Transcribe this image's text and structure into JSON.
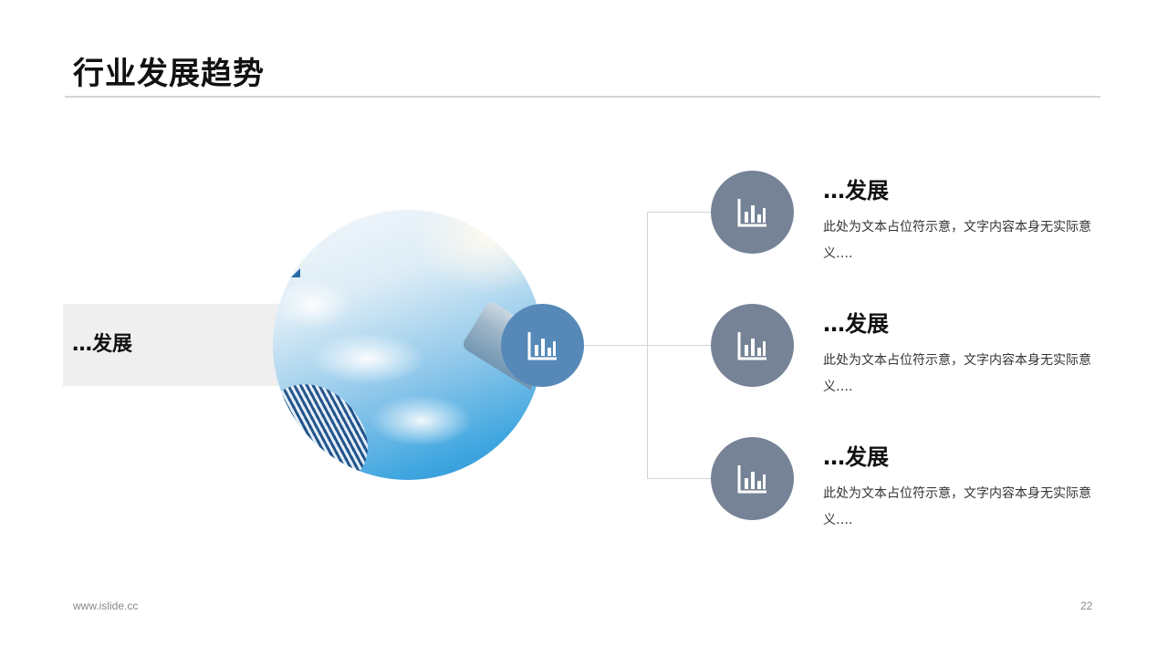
{
  "slide": {
    "title": "行业发展趋势",
    "left_label": "…发展",
    "hub_icon": "bar-chart-icon",
    "items": [
      {
        "title": "…发展",
        "desc": "此处为文本占位符示意，文字内容本身无实际意义….",
        "icon": "bar-chart-icon"
      },
      {
        "title": "…发展",
        "desc": "此处为文本占位符示意，文字内容本身无实际意义….",
        "icon": "bar-chart-icon"
      },
      {
        "title": "…发展",
        "desc": "此处为文本占位符示意，文字内容本身无实际意义….",
        "icon": "bar-chart-icon"
      }
    ]
  },
  "colors": {
    "hub": "#5689b8",
    "node": "#768396",
    "connector": "#d4d4d4",
    "label_box": "#efefef"
  },
  "footer": {
    "url": "www.islide.cc",
    "page_number": "22"
  }
}
